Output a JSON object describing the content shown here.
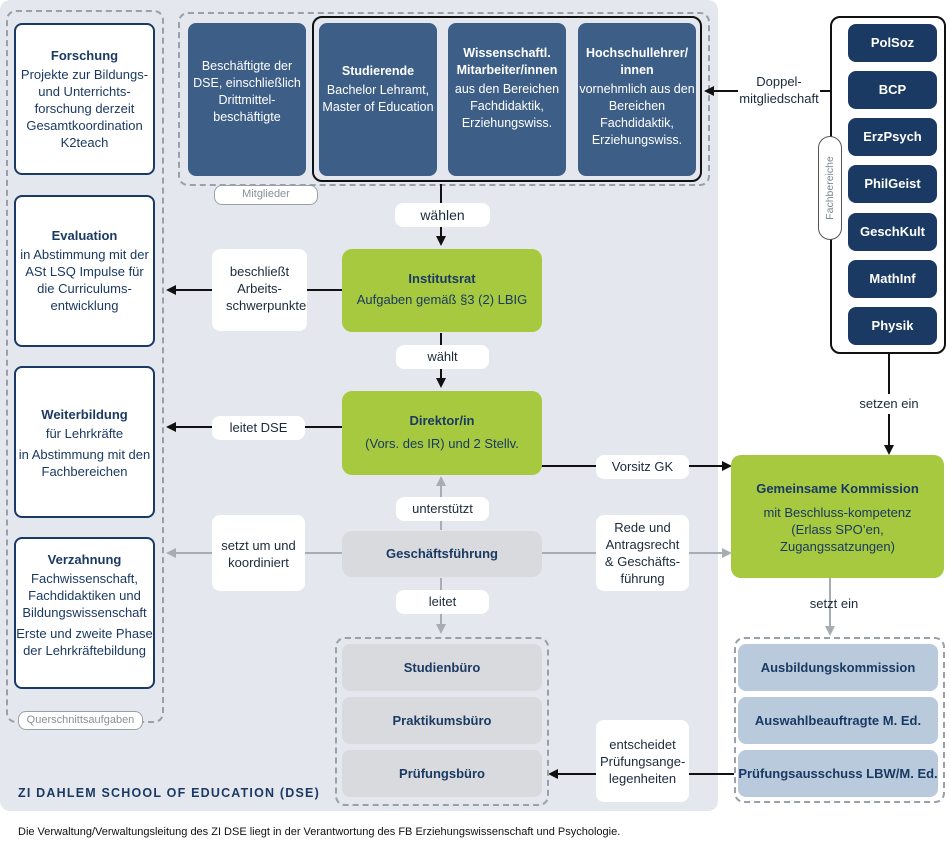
{
  "left_column": {
    "boxes": [
      {
        "title": "Forschung",
        "text": "Projekte zur Bildungs- und Unterrichts-forschung derzeit Gesamtkoordination K2teach"
      },
      {
        "title": "Evaluation",
        "text": "in Abstimmung mit der ASt LSQ Impulse für die Curriculums-entwicklung"
      },
      {
        "title": "Weiterbildung",
        "text": "für Lehrkräfte",
        "text2": "in Abstimmung mit den Fachbereichen"
      },
      {
        "title": "Verzahnung",
        "text": "Fachwissenschaft, Fachdidaktiken und Bildungswissenschaft",
        "text2": "Erste und zweite Phase der Lehrkräftebildung"
      }
    ],
    "tag": "Querschnittsaufgaben"
  },
  "members": {
    "tag": "Mitglieder",
    "boxes": [
      {
        "title": "",
        "text": "Beschäftigte der DSE, einschließlich Drittmittel-beschäftigte"
      },
      {
        "title": "Studierende",
        "text": "Bachelor Lehramt, Master of Education"
      },
      {
        "title": "Wissenschaftl. Mitarbeiter/innen",
        "text": "aus den Bereichen Fachdidaktik, Erziehungswiss."
      },
      {
        "title": "Hochschullehrer/ innen",
        "text": "vornehmlich aus den Bereichen Fachdidaktik, Erziehungswiss."
      }
    ]
  },
  "faculties": {
    "label": "Fachbereiche",
    "items": [
      "PolSoz",
      "BCP",
      "ErzPsych",
      "PhilGeist",
      "GeschKult",
      "MathInf",
      "Physik"
    ]
  },
  "institutsrat": {
    "title": "Institutsrat",
    "text": "Aufgaben gemäß §3 (2) LBIG"
  },
  "direktor": {
    "title": "Direktor/in",
    "text": "(Vors. des IR) und 2 Stellv."
  },
  "geschaeftsfuehrung": {
    "title": "Geschäftsführung"
  },
  "kommission": {
    "title": "Gemeinsame Kommission",
    "text": "mit Beschluss-kompetenz (Erlass SPO’en, Zugangssatzungen)"
  },
  "offices": [
    "Studienbüro",
    "Praktikumsbüro",
    "Prüfungsbüro"
  ],
  "committees": [
    "Ausbildungskommission",
    "Auswahlbeauftragte M. Ed.",
    "Prüfungsausschuss LBW/M. Ed."
  ],
  "labels": {
    "waehlen": "wählen",
    "waehlt": "wählt",
    "beschliesst": "beschließt Arbeits-schwerpunkte",
    "leitet_dse": "leitet DSE",
    "unterstuetzt": "unterstützt",
    "setzt_um": "setzt um und koordiniert",
    "leitet": "leitet",
    "vorsitz": "Vorsitz GK",
    "rede": "Rede und Antragsrecht & Geschäfts-führung",
    "doppel": "Doppel-mitgliedschaft",
    "setzen_ein": "setzen ein",
    "setzt_ein": "setzt ein",
    "entscheidet": "entscheidet Prüfungsange-legenheiten"
  },
  "school_name": "ZI DAHLEM SCHOOL OF EDUCATION (DSE)",
  "footer": "Die Verwaltung/Verwaltungsleitung des ZI DSE liegt in der Verantwortung des FB Erziehungswissenschaft und Psychologie."
}
